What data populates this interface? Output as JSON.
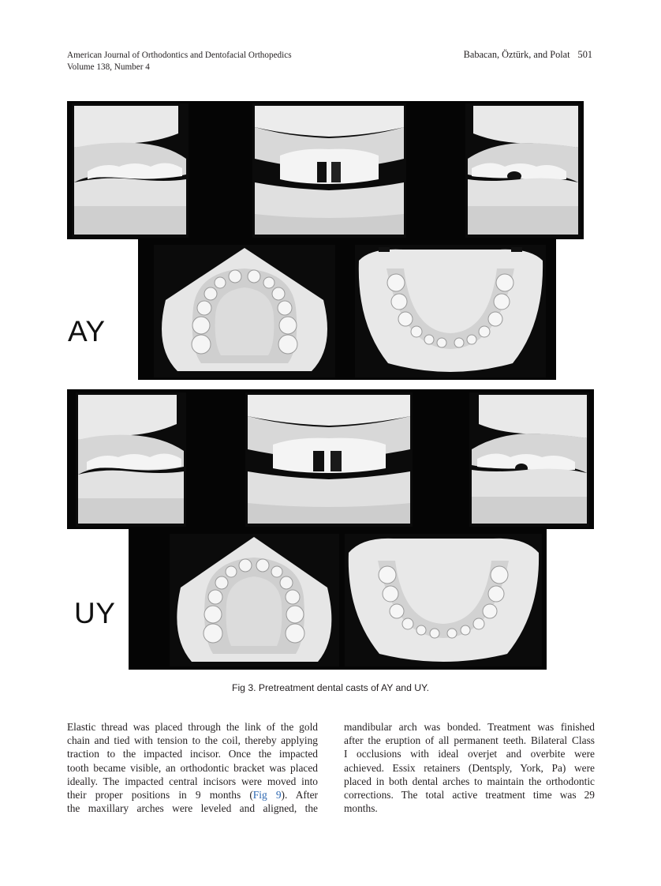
{
  "header": {
    "journal": "American Journal of Orthodontics and Dentofacial Orthopedics",
    "volume": "Volume 138, Number 4",
    "authors": "Babacan, Öztürk, and Polat",
    "page_number": "501"
  },
  "figure": {
    "groups": [
      {
        "label": "AY",
        "tiles": [
          {
            "name": "right-lateral-occlusion-cast"
          },
          {
            "name": "frontal-occlusion-cast"
          },
          {
            "name": "left-lateral-occlusion-cast"
          },
          {
            "name": "maxillary-occlusal-cast"
          },
          {
            "name": "mandibular-occlusal-cast"
          }
        ]
      },
      {
        "label": "UY",
        "tiles": [
          {
            "name": "right-lateral-occlusion-cast"
          },
          {
            "name": "frontal-occlusion-cast"
          },
          {
            "name": "left-lateral-occlusion-cast"
          },
          {
            "name": "maxillary-occlusal-cast"
          },
          {
            "name": "mandibular-occlusal-cast"
          }
        ]
      }
    ],
    "caption": "Fig 3. Pretreatment dental casts of AY and UY."
  },
  "body": {
    "left_column": [
      "Elastic thread was placed through the link of the gold",
      "chain and tied with tension to the coil, thereby applying",
      "traction to the impacted incisor. Once the impacted",
      "tooth became visible, an orthodontic bracket was placed",
      "ideally. The impacted central incisors were moved into",
      "their proper positions in 9 months (",
      "Fig 9",
      "). After",
      "the maxillary arches were leveled and aligned, the"
    ],
    "right_column": [
      "mandibular arch was bonded. Treatment was finished",
      "after the eruption of all permanent teeth. Bilateral Class",
      "I occlusions with ideal overjet and overbite were",
      "achieved. Essix retainers (Dentsply, York, Pa) were",
      "placed in both dental arches to maintain the orthodontic",
      "corrections. The total active treatment time was 29",
      "months."
    ]
  }
}
